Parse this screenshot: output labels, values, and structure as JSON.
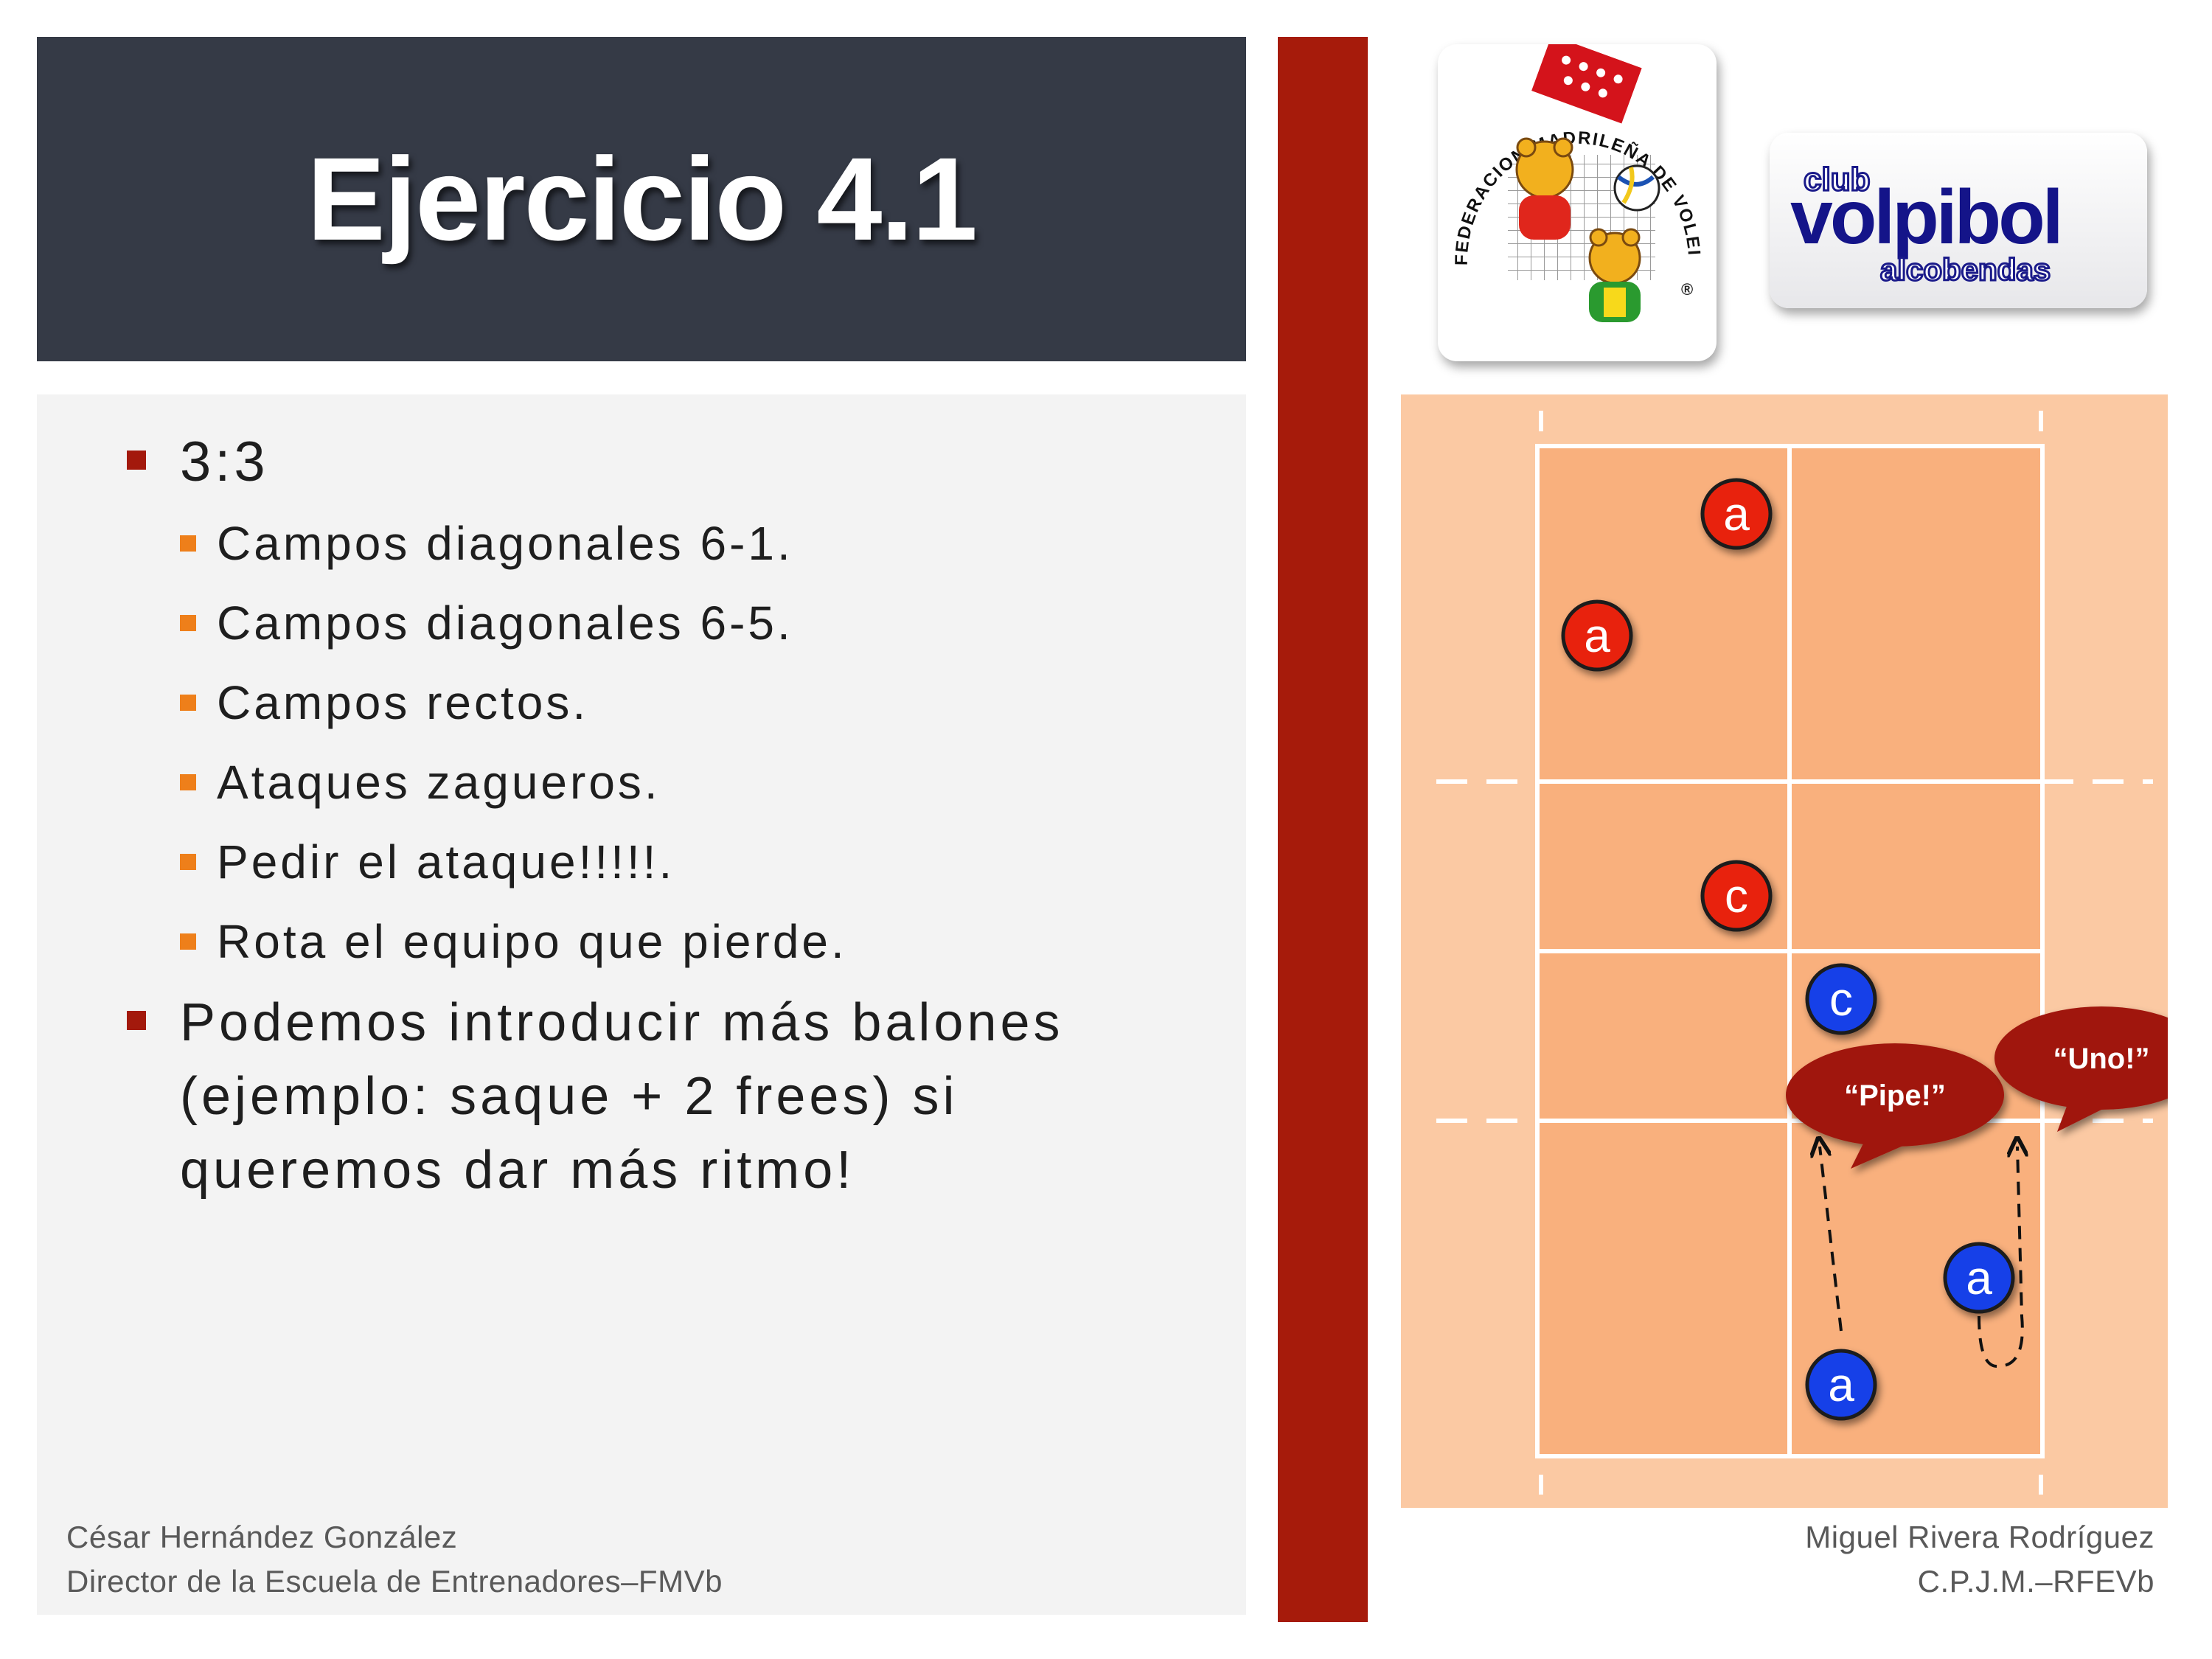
{
  "slide": {
    "title": "Ejercicio 4.1",
    "bullets": [
      {
        "text": "3:3",
        "sub": [
          "Campos diagonales 6-1.",
          "Campos diagonales 6-5.",
          "Campos rectos.",
          "Ataques zagueros.",
          "Pedir el ataque!!!!!.",
          "Rota el equipo que pierde."
        ]
      },
      {
        "text": "Podemos introducir más balones (ejemplo: saque + 2 frees) si queremos dar más ritmo!"
      }
    ]
  },
  "footer": {
    "left_name": "César Hernández González",
    "left_role": "Director de la Escuela de Entrenadores–FMVb",
    "right_name": "Miguel Rivera Rodríguez",
    "right_role": "C.P.J.M.–RFEVb"
  },
  "logos": {
    "federation_text": "FEDERACION MADRILEÑA DE VOLEIBOL",
    "federation_mark": "®",
    "club_word1": "club",
    "club_word2": "volpibol",
    "club_word3": "alcobendas"
  },
  "diagram": {
    "players": [
      {
        "label": "a",
        "team": "red"
      },
      {
        "label": "a",
        "team": "red"
      },
      {
        "label": "c",
        "team": "red"
      },
      {
        "label": "c",
        "team": "blue"
      },
      {
        "label": "a",
        "team": "blue"
      },
      {
        "label": "a",
        "team": "blue"
      }
    ],
    "calls": [
      "“Pipe!”",
      "“Uno!”"
    ],
    "colors": {
      "court_bg": "#fbc9a3",
      "court_field": "#f9b07d",
      "red_player": "#e8240c",
      "blue_player": "#1640e8",
      "speech": "#a0170d"
    }
  }
}
